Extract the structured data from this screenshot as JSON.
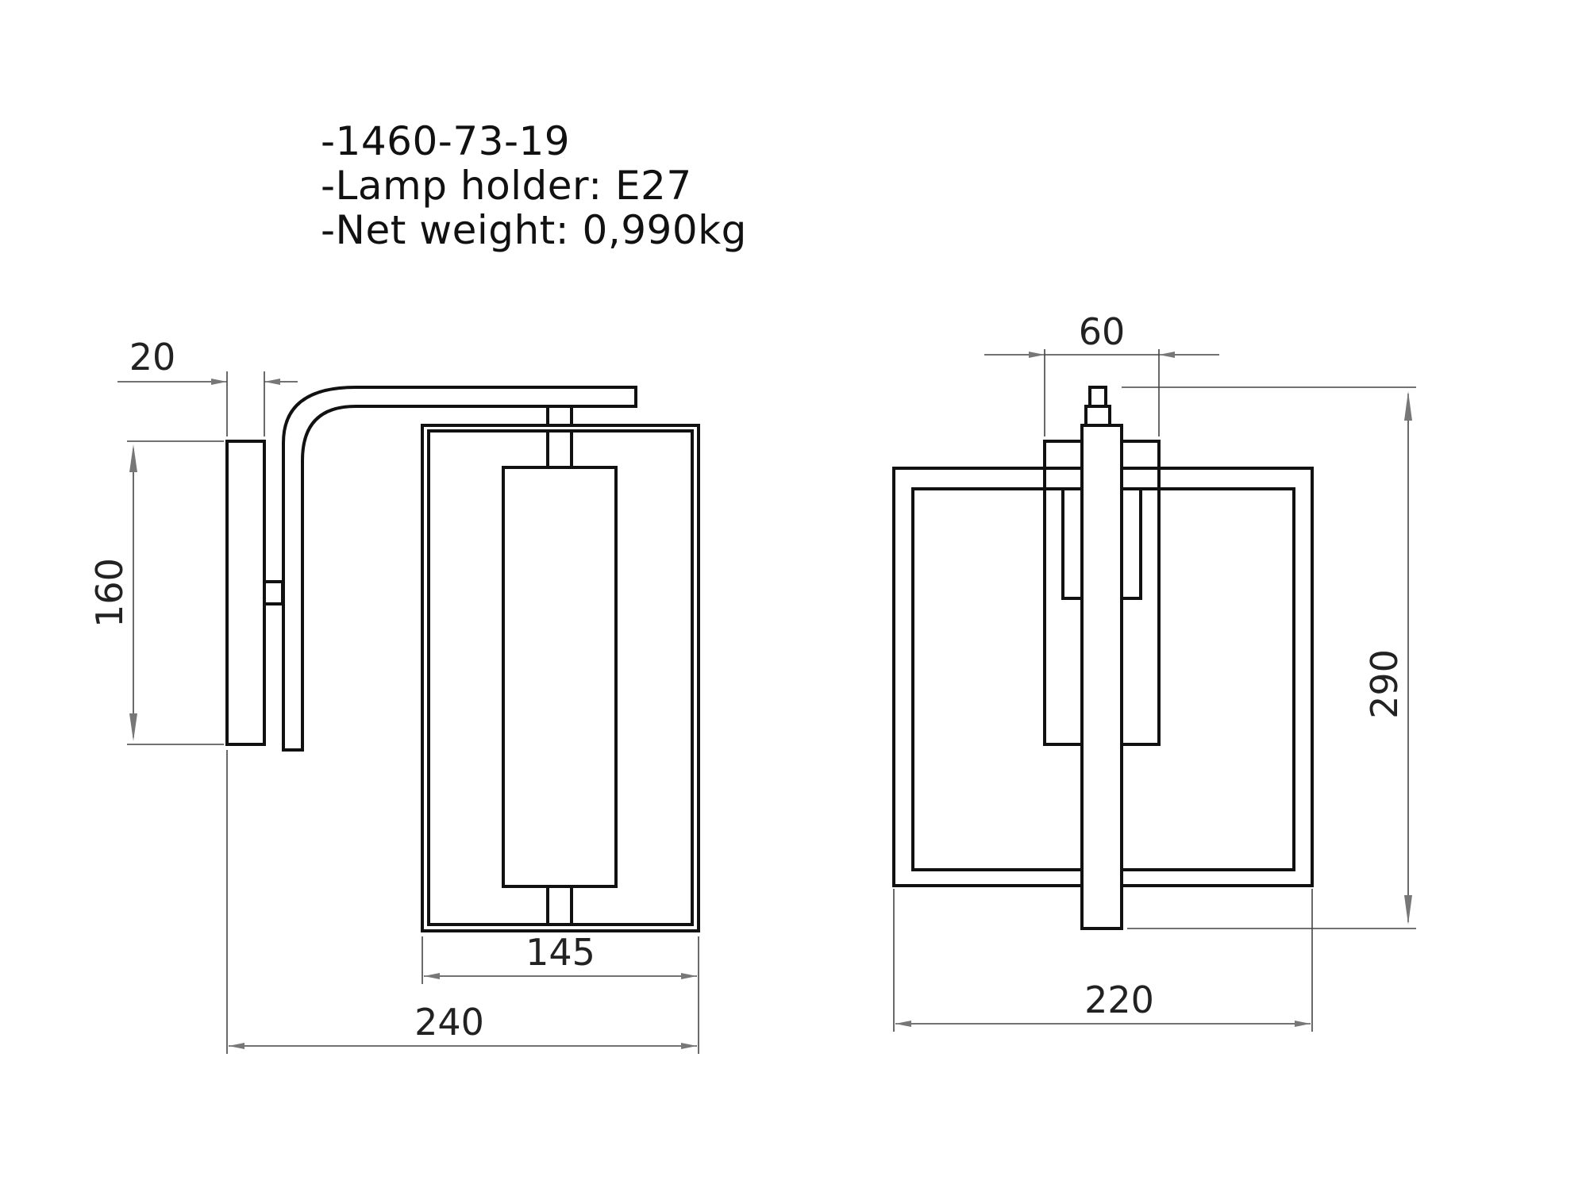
{
  "spec": {
    "code": "-1460-73-19",
    "lamp_holder": "-Lamp holder: E27",
    "net_weight": "-Net weight: 0,990kg"
  },
  "side_view": {
    "dim_plate_depth": "20",
    "dim_plate_height": "160",
    "dim_shade_width": "145",
    "dim_total_depth": "240"
  },
  "front_view": {
    "dim_plate_width": "60",
    "dim_height": "290",
    "dim_width": "220"
  }
}
